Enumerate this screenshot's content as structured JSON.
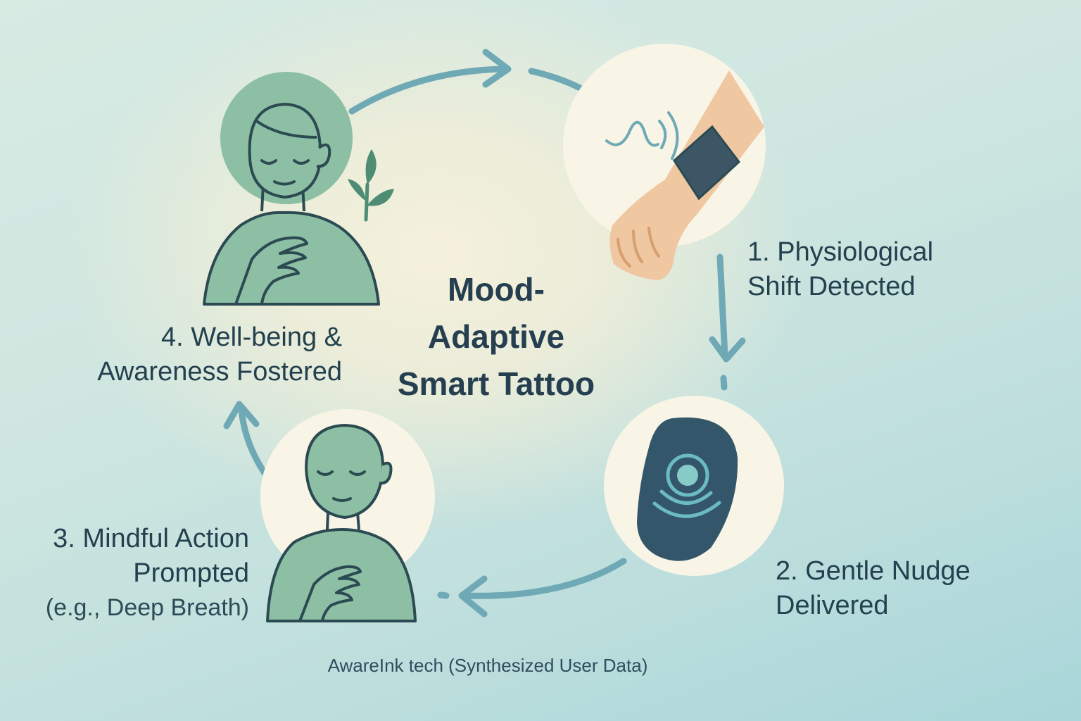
{
  "title": {
    "line1": "Mood-",
    "line2": "Adaptive",
    "line3": "Smart Tattoo"
  },
  "steps": [
    {
      "line1": "1. Physiological",
      "line2": "Shift Detected",
      "icon": "wrist-band-icon"
    },
    {
      "line1": "2. Gentle Nudge",
      "line2": "Delivered",
      "icon": "device-pulse-icon"
    },
    {
      "line1": "3. Mindful Action",
      "line2": "Prompted",
      "note": "(e.g., Deep Breath)",
      "icon": "breathing-person-icon"
    },
    {
      "line1": "4. Well-being &",
      "line2": "Awareness Fostered",
      "icon": "calm-person-icon"
    }
  ],
  "caption": "AwareInk tech (Synthesized User Data)",
  "colors": {
    "arrow": "#6fa9b6",
    "figure": "#8cbfa4",
    "outline": "#2c4a52",
    "device": "#34566a",
    "band": "#3d5666",
    "skin": "#efc8a2",
    "circle": "#f8f5e6",
    "text": "#23404f"
  }
}
